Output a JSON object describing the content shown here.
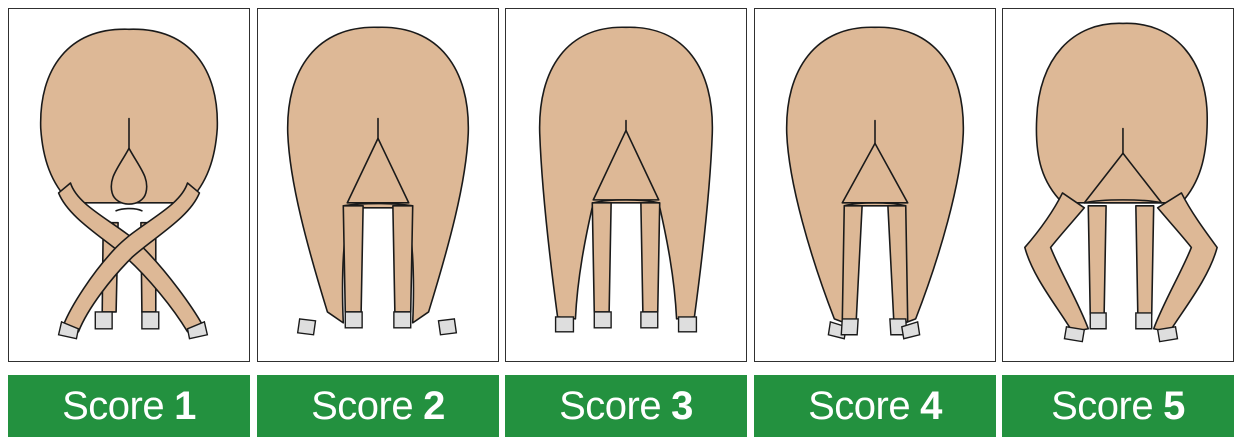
{
  "figure": {
    "scores": [
      {
        "word": "Score",
        "number": "1"
      },
      {
        "word": "Score",
        "number": "2"
      },
      {
        "word": "Score",
        "number": "3"
      },
      {
        "word": "Score",
        "number": "4"
      },
      {
        "word": "Score",
        "number": "5"
      }
    ]
  },
  "colors": {
    "label_background": "#23913f",
    "label_text": "#ffffff",
    "skin": "#ddb896",
    "hoof": "#dedede",
    "outline": "#1a1a1a"
  }
}
